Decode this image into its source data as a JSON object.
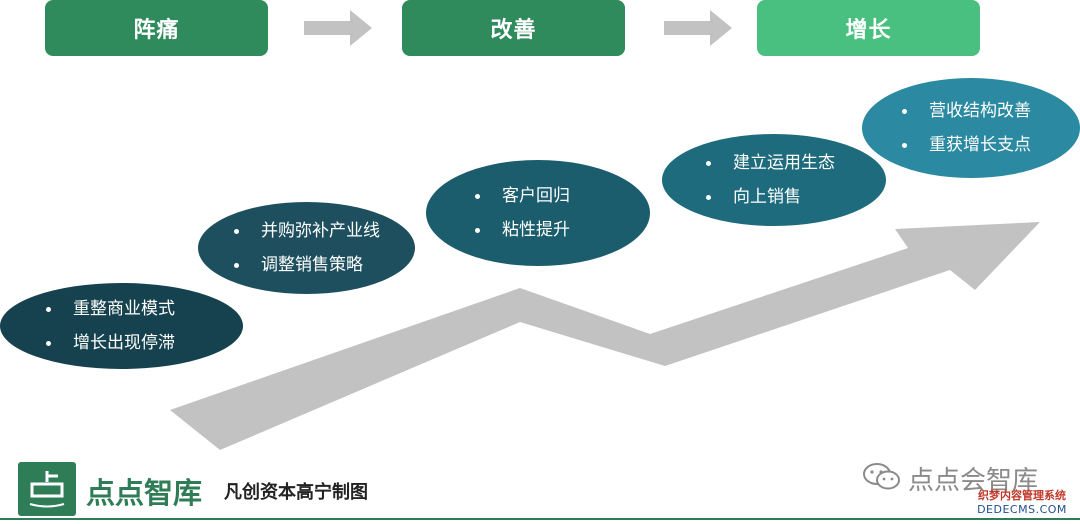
{
  "colors": {
    "stage_dark": "#2f8a5c",
    "stage_light": "#49c07f",
    "arrow_gray": "#c2c2c2",
    "bubble_1": "#16424f",
    "bubble_2": "#1d4f5e",
    "bubble_3": "#1b5d6d",
    "bubble_4": "#1d6b7c",
    "bubble_5": "#2b8aa1"
  },
  "stages": [
    {
      "label": "阵痛"
    },
    {
      "label": "改善"
    },
    {
      "label": "增长"
    }
  ],
  "bubbles": [
    {
      "items": [
        "重整商业模式",
        "增长出现停滞"
      ]
    },
    {
      "items": [
        "并购弥补产业线",
        "调整销售策略"
      ]
    },
    {
      "items": [
        "客户回归",
        "粘性提升"
      ]
    },
    {
      "items": [
        "建立运用生态",
        "向上销售"
      ]
    },
    {
      "items": [
        "营收结构改善",
        "重获增长支点"
      ]
    }
  ],
  "footer": {
    "logo_text": "点点智库",
    "credit": "凡创资本高宁制图",
    "wechat_text": "点点会智库",
    "watermark_line1": "织梦内容管理系统",
    "watermark_line2": "DEDECMS.COM"
  }
}
